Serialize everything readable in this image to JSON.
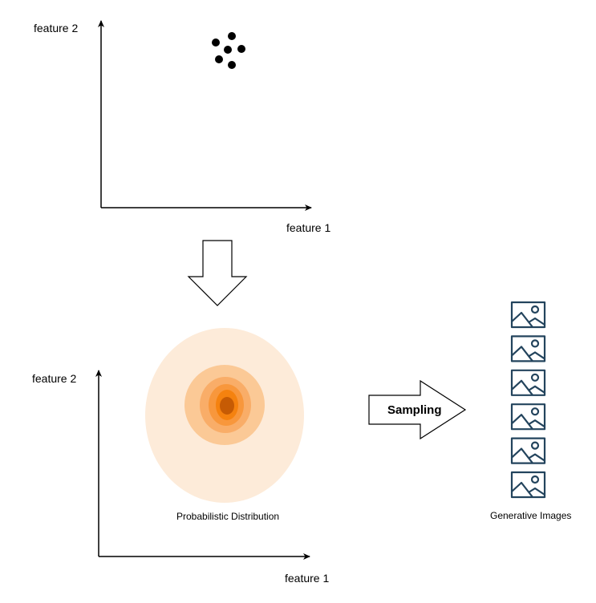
{
  "top_plot": {
    "x_label": "feature 1",
    "y_label": "feature 2"
  },
  "bottom_plot": {
    "x_label": "feature 1",
    "y_label": "feature 2"
  },
  "distribution": {
    "label": "Probabilistic Distribution"
  },
  "sampling_arrow": {
    "label": "Sampling"
  },
  "output": {
    "label": "Generative Images",
    "image_count": 6,
    "icon": "image-icon"
  },
  "colors": {
    "dot": "#000000",
    "ring_1": "#fdebd9",
    "ring_2": "#fbc996",
    "ring_3": "#f9ad68",
    "ring_4": "#f8973c",
    "ring_5": "#f5820f",
    "core": "#c65b04",
    "icon": "#23445d"
  }
}
